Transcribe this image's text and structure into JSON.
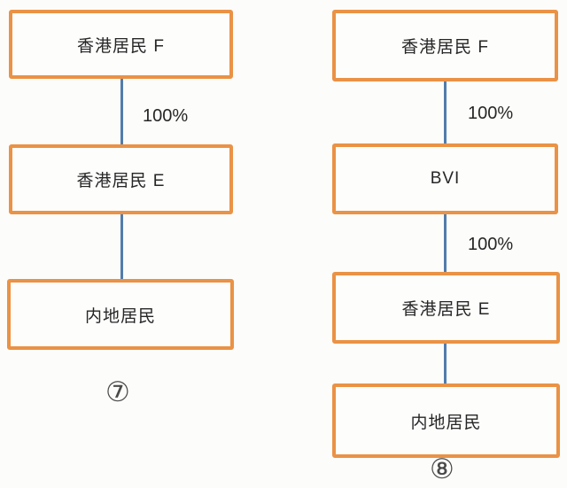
{
  "colors": {
    "box_border": "#ea9245",
    "connector": "#527cac",
    "text": "#262626",
    "background": "#fcfcfa"
  },
  "diagram_left": {
    "number_label": "⑦",
    "nodes": [
      {
        "label": "香港居民 F"
      },
      {
        "label": "香港居民 E"
      },
      {
        "label": "内地居民"
      }
    ],
    "edges": [
      {
        "label": "100%"
      },
      {
        "label": ""
      }
    ]
  },
  "diagram_right": {
    "number_label": "⑧",
    "nodes": [
      {
        "label": "香港居民 F"
      },
      {
        "label": "BVI"
      },
      {
        "label": "香港居民 E"
      },
      {
        "label": "内地居民"
      }
    ],
    "edges": [
      {
        "label": "100%"
      },
      {
        "label": "100%"
      },
      {
        "label": ""
      }
    ]
  }
}
